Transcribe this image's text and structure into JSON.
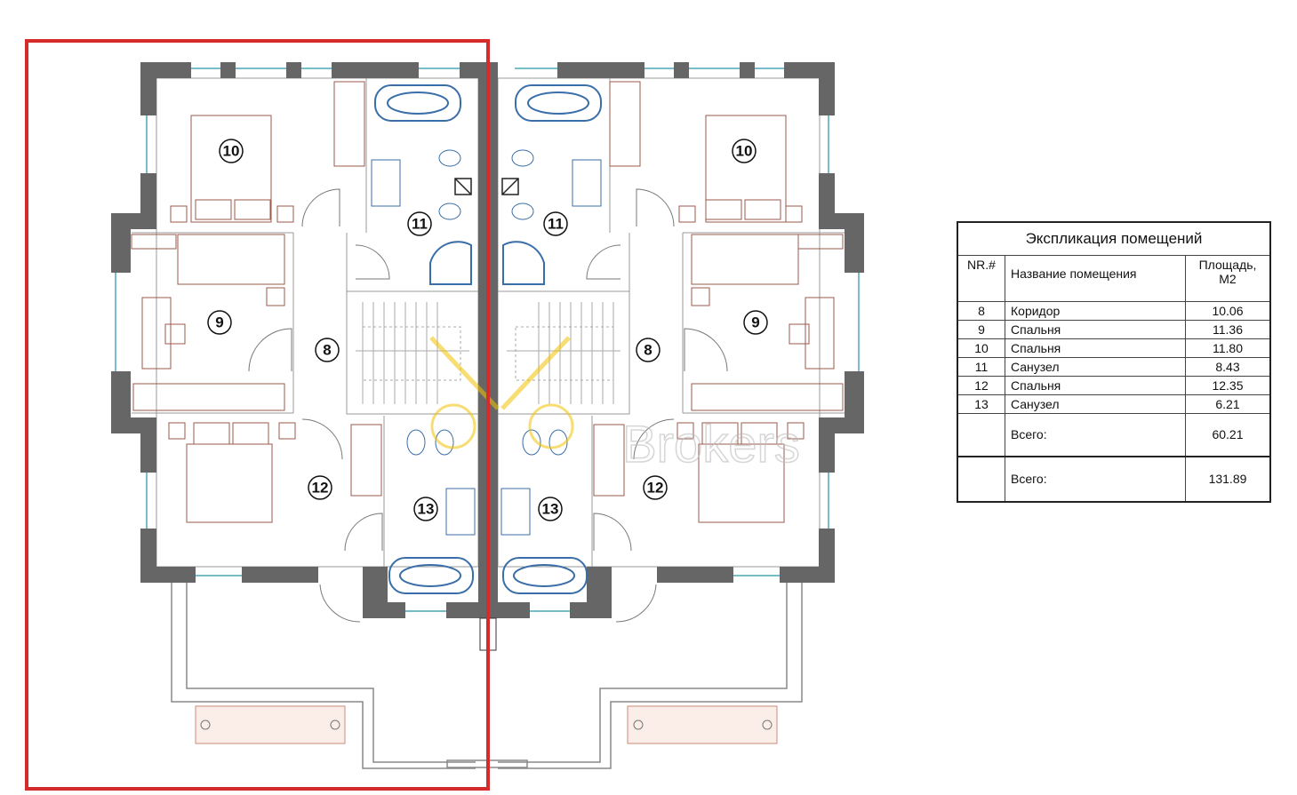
{
  "legend": {
    "title": "Экспликация помещений",
    "col_num": "NR.#",
    "col_name": "Название помещения",
    "col_area_1": "Площадь,",
    "col_area_2": "M2",
    "rows": [
      {
        "num": "8",
        "name": "Коридор",
        "area": "10.06"
      },
      {
        "num": "9",
        "name": "Спальня",
        "area": "11.36"
      },
      {
        "num": "10",
        "name": "Спальня",
        "area": "11.80"
      },
      {
        "num": "11",
        "name": "Санузел",
        "area": "8.43"
      },
      {
        "num": "12",
        "name": "Спальня",
        "area": "12.35"
      },
      {
        "num": "13",
        "name": "Санузел",
        "area": "6.21"
      }
    ],
    "subtotal_label": "Всего:",
    "subtotal_value": "60.21",
    "total_label": "Всего:",
    "total_value": "131.89"
  },
  "rooms": {
    "r8": "8",
    "r9": "9",
    "r10": "10",
    "r11": "11",
    "r12": "12",
    "r13": "13",
    "r8b": "8",
    "r9b": "9",
    "r10b": "10",
    "r11b": "11",
    "r12b": "12",
    "r13b": "13"
  },
  "colors": {
    "wall": "#666666",
    "highlight": "#d62b2b",
    "sanitary": "#3a6ea8",
    "furniture": "#9a5a4a",
    "watermark": "#f2c200"
  },
  "watermark_text": "Brokers"
}
